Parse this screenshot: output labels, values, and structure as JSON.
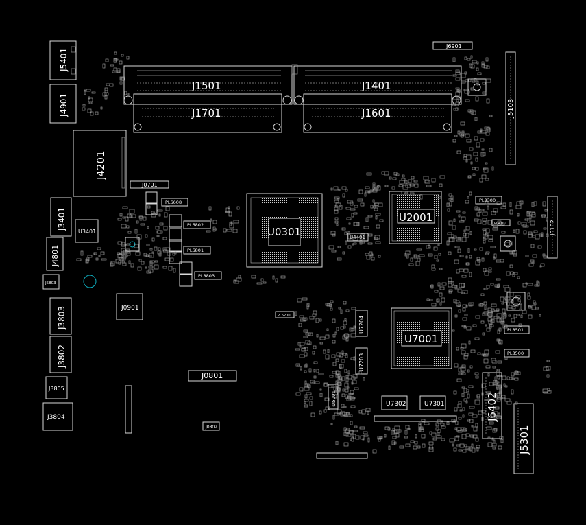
{
  "diagram": {
    "background": "#000000",
    "stroke_color": "#d8d8d8",
    "accent_color": "#0fb3c4",
    "labels": {
      "j5401": "J5401",
      "j4901": "J4901",
      "j4201": "J4201",
      "j1501": "J1501",
      "j1701": "J1701",
      "j1401": "J1401",
      "j1601": "J1601",
      "j6901": "J6901",
      "j5103": "J5103",
      "j0701": "J0701",
      "pl6608": "PL6608",
      "j3401": "J3401",
      "u3401": "U3401",
      "pl6802": "PL6802",
      "pl6801": "PL6801",
      "pl8803": "PL8803",
      "j4801": "J4801",
      "j5803": "J5803",
      "u0301": "U0301",
      "u2001": "U2001",
      "u4401": "U4401",
      "pl8300": "PL8300",
      "pl4101": "PL4101",
      "j5102": "J5102",
      "j0901": "J0901",
      "j3803": "J3803",
      "j3802": "J3802",
      "j3805": "J3805",
      "j3804": "J3804",
      "j0801": "J0801",
      "j0802": "J0802",
      "u7204": "U7204",
      "u7203": "U7203",
      "u7001": "U7001",
      "u7302": "U7302",
      "u7301": "U7301",
      "u5001": "U5001",
      "j6402": "J6402",
      "j5301": "J5301",
      "pl8501": "PL8501",
      "pl8500": "PL8500",
      "pl6200": "PL6200"
    }
  }
}
